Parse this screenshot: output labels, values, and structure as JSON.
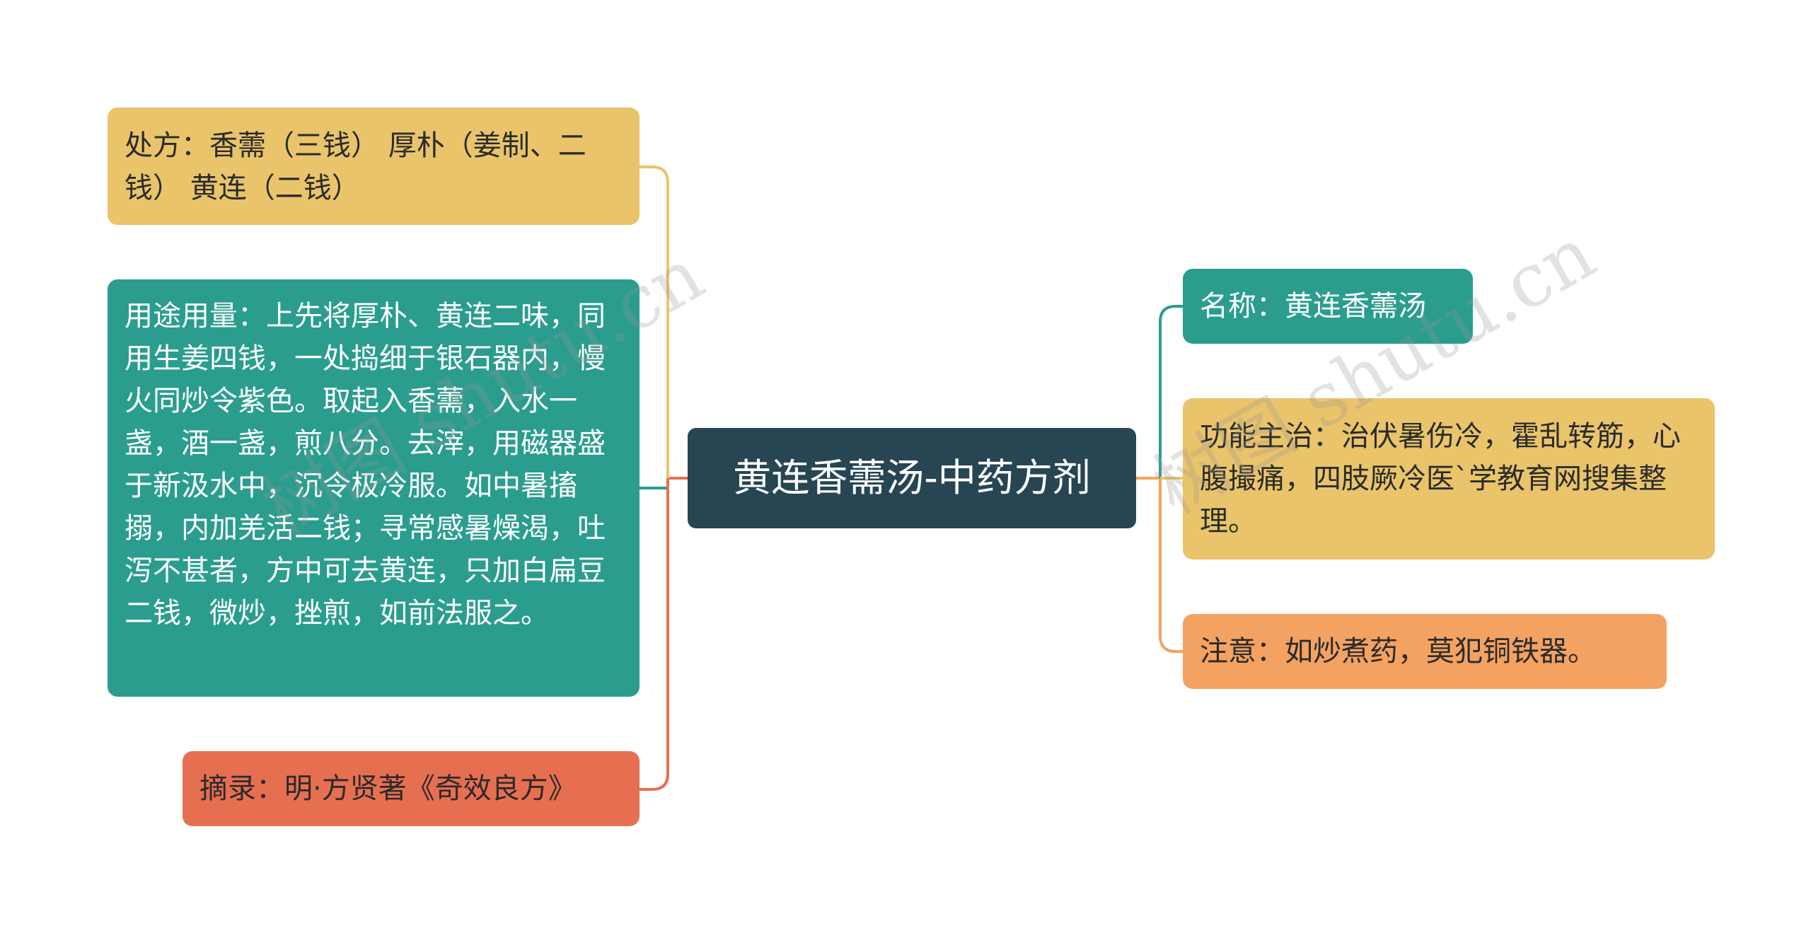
{
  "central": {
    "label": "黄连香薷汤-中药方剂"
  },
  "left_nodes": [
    {
      "id": "prescription",
      "text": "处方：香薷（三钱） 厚朴（姜制、二钱） 黄连（二钱）",
      "color": "#e9c46a"
    },
    {
      "id": "usage",
      "text": "用途用量：上先将厚朴、黄连二味，同用生姜四钱，一处捣细于银石器内，慢火同炒令紫色。取起入香薷，入水一盏，酒一盏，煎八分。去滓，用磁器盛于新汲水中，沉令极冷服。如中暑搐搦，内加羌活二钱；寻常感暑燥渴，吐泻不甚者，方中可去黄连，只加白扁豆二钱，微炒，挫煎，如前法服之。",
      "color": "#2a9d8f"
    },
    {
      "id": "source",
      "text": "摘录：明·方贤著《奇效良方》",
      "color": "#e76f51"
    }
  ],
  "right_nodes": [
    {
      "id": "name",
      "text": "名称：黄连香薷汤",
      "color": "#2a9d8f"
    },
    {
      "id": "function",
      "text": "功能主治：治伏暑伤冷，霍乱转筋，心腹撮痛，四肢厥冷医`学教育网搜集整理。",
      "color": "#e9c46a"
    },
    {
      "id": "caution",
      "text": "注意：如炒煮药，莫犯铜铁器。",
      "color": "#f4a261"
    }
  ],
  "watermark": {
    "left": "树图 shutu.cn",
    "right": "树图 shutu.cn"
  }
}
